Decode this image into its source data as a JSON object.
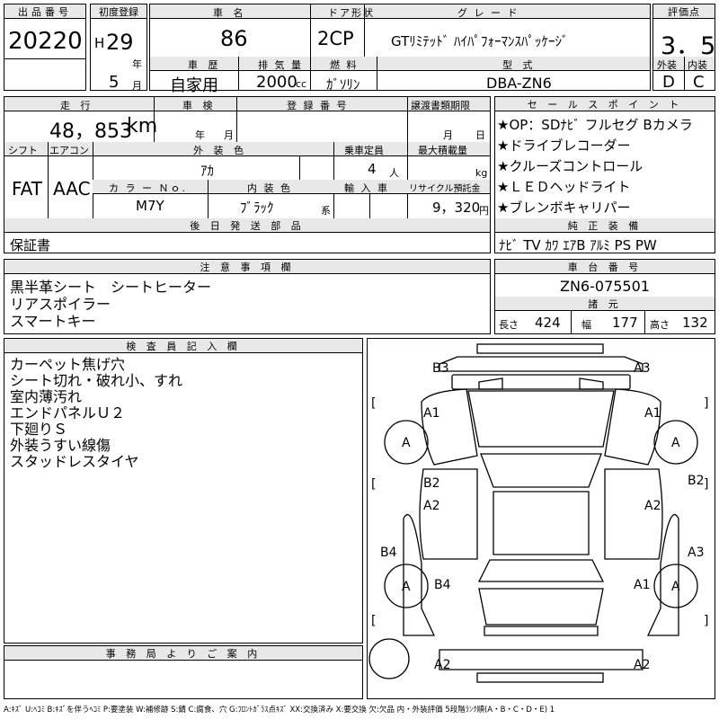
{
  "header": {
    "lot_no_label": "出品番号",
    "lot_no": "20220",
    "first_reg_label": "初度登録",
    "era": "H",
    "year": "29",
    "year_unit": "年",
    "month": "5",
    "month_unit": "月",
    "car_name_label": "車 名",
    "car_name": "86",
    "door_label": "ドア形状",
    "door": "2CP",
    "grade_label": "グ レ ー ド",
    "grade": "GTﾘﾐﾃｯﾄﾞ ﾊｲﾊﾟﾌｫｰﾏﾝｽﾊﾟｯｹｰｼﾞ",
    "score_label": "評価点",
    "score": "3．5",
    "history_label": "車 歴",
    "history": "自家用",
    "displacement_label": "排 気 量",
    "displacement": "2000",
    "displacement_unit": "cc",
    "fuel_label": "燃 料",
    "fuel": "ｶﾞｿﾘﾝ",
    "model_label": "型 式",
    "model": "DBA-ZN6",
    "ext_label": "外装",
    "ext": "D",
    "int_label": "内装",
    "int": "C"
  },
  "mid": {
    "mileage_label": "走 行",
    "mileage": "48，853",
    "mileage_unit": "km",
    "inspection_label": "車 検",
    "insp_year_unit": "年",
    "insp_month_unit": "月",
    "reg_no_label": "登 録 番 号",
    "transfer_label": "譲渡書類期限",
    "transfer_month": "月",
    "transfer_day": "日",
    "shift_label": "シフト",
    "shift": "FAT",
    "ac_label": "エアコン",
    "ac": "AAC",
    "color_label": "外 装 色",
    "color": "ｱｶ",
    "capacity_label": "乗車定員",
    "capacity": "4",
    "capacity_unit": "人",
    "maxload_label": "最大積載量",
    "maxload_unit": "kg",
    "color_no_label": "カ ラ ー Ｎｏ.",
    "color_no": "M7Y",
    "int_color_label": "内 装 色",
    "int_color": "ﾌﾞﾗｯｸ",
    "int_color_unit": "系",
    "import_label": "輸 入 車",
    "recycle_label": "リサイクル預託金",
    "recycle": "9，320",
    "recycle_unit": "円",
    "later_label": "後 日 発 送 部 品",
    "later": "保証書"
  },
  "sales": {
    "label": "セ ー ル ス ポ イ ン ト",
    "points": [
      "★OP：SDﾅﾋﾞ フルセグ Bカメラ",
      "★ドライブレコーダー",
      "★クルーズコントロール",
      "★ＬＥＤヘッドライト",
      "★ブレンボキャリパー"
    ],
    "equip_label": "純 正 装 備",
    "equip": "ﾅﾋﾞ TV ｶﾜ ｴｱB ｱﾙﾐ PS PW"
  },
  "notes": {
    "label": "注 意 事 項 欄",
    "lines": [
      "黒半革シート　シートヒーター",
      "リアスポイラー",
      "スマートキー"
    ]
  },
  "chassis": {
    "label": "車 台 番 号",
    "value": "ZN6-075501",
    "dims_label": "諸 元",
    "len_label": "長さ",
    "len": "424",
    "wid_label": "幅",
    "wid": "177",
    "hgt_label": "高さ",
    "hgt": "132"
  },
  "inspector": {
    "label": "検 査 員 記 入 欄",
    "lines": [
      "カーペット焦げ穴",
      "シート切れ・破れ小、すれ",
      "室内薄汚れ",
      "エンドパネルＵ２",
      "下廻りＳ",
      "外装うすい線傷",
      "スタッドレスタイヤ"
    ]
  },
  "office": {
    "label": "事 務 局 よ り ご 案 内"
  },
  "diagram": {
    "marks": {
      "b3": "B3",
      "a3_top": "A3",
      "a1_fl": "A1",
      "a1_fr": "A1",
      "tire_fl": "A",
      "tire_fr": "A",
      "tire_rl": "A",
      "tire_rr": "A",
      "b2_l": "B2",
      "a2_l": "A2",
      "b2_r": "B2",
      "a2_r": "A2",
      "b4_l": "B4",
      "a3_r": "A3",
      "b4_rl": "B4",
      "a1_rr": "A1",
      "a2_bl": "A2",
      "a2_br": "A2",
      "brk_tl": "[",
      "brk_tr": "]",
      "brk_ml": "[",
      "brk_mr": "]",
      "brk_bl": "[",
      "brk_br": "]"
    }
  },
  "legend": "A:ｷｽﾞ U:ﾍｺﾐ B:ｷｽﾞを伴うﾍｺﾐ P:要塗装 W:補修跡 S:錆 C:腐食、穴 G:ﾌﾛﾝﾄｶﾞﾗｽ点ｷｽﾞ XX:交換済み X:要交換 欠:欠品 内・外装評価 5段階ﾗﾝｸ順(A・B・C・D・E) 1"
}
